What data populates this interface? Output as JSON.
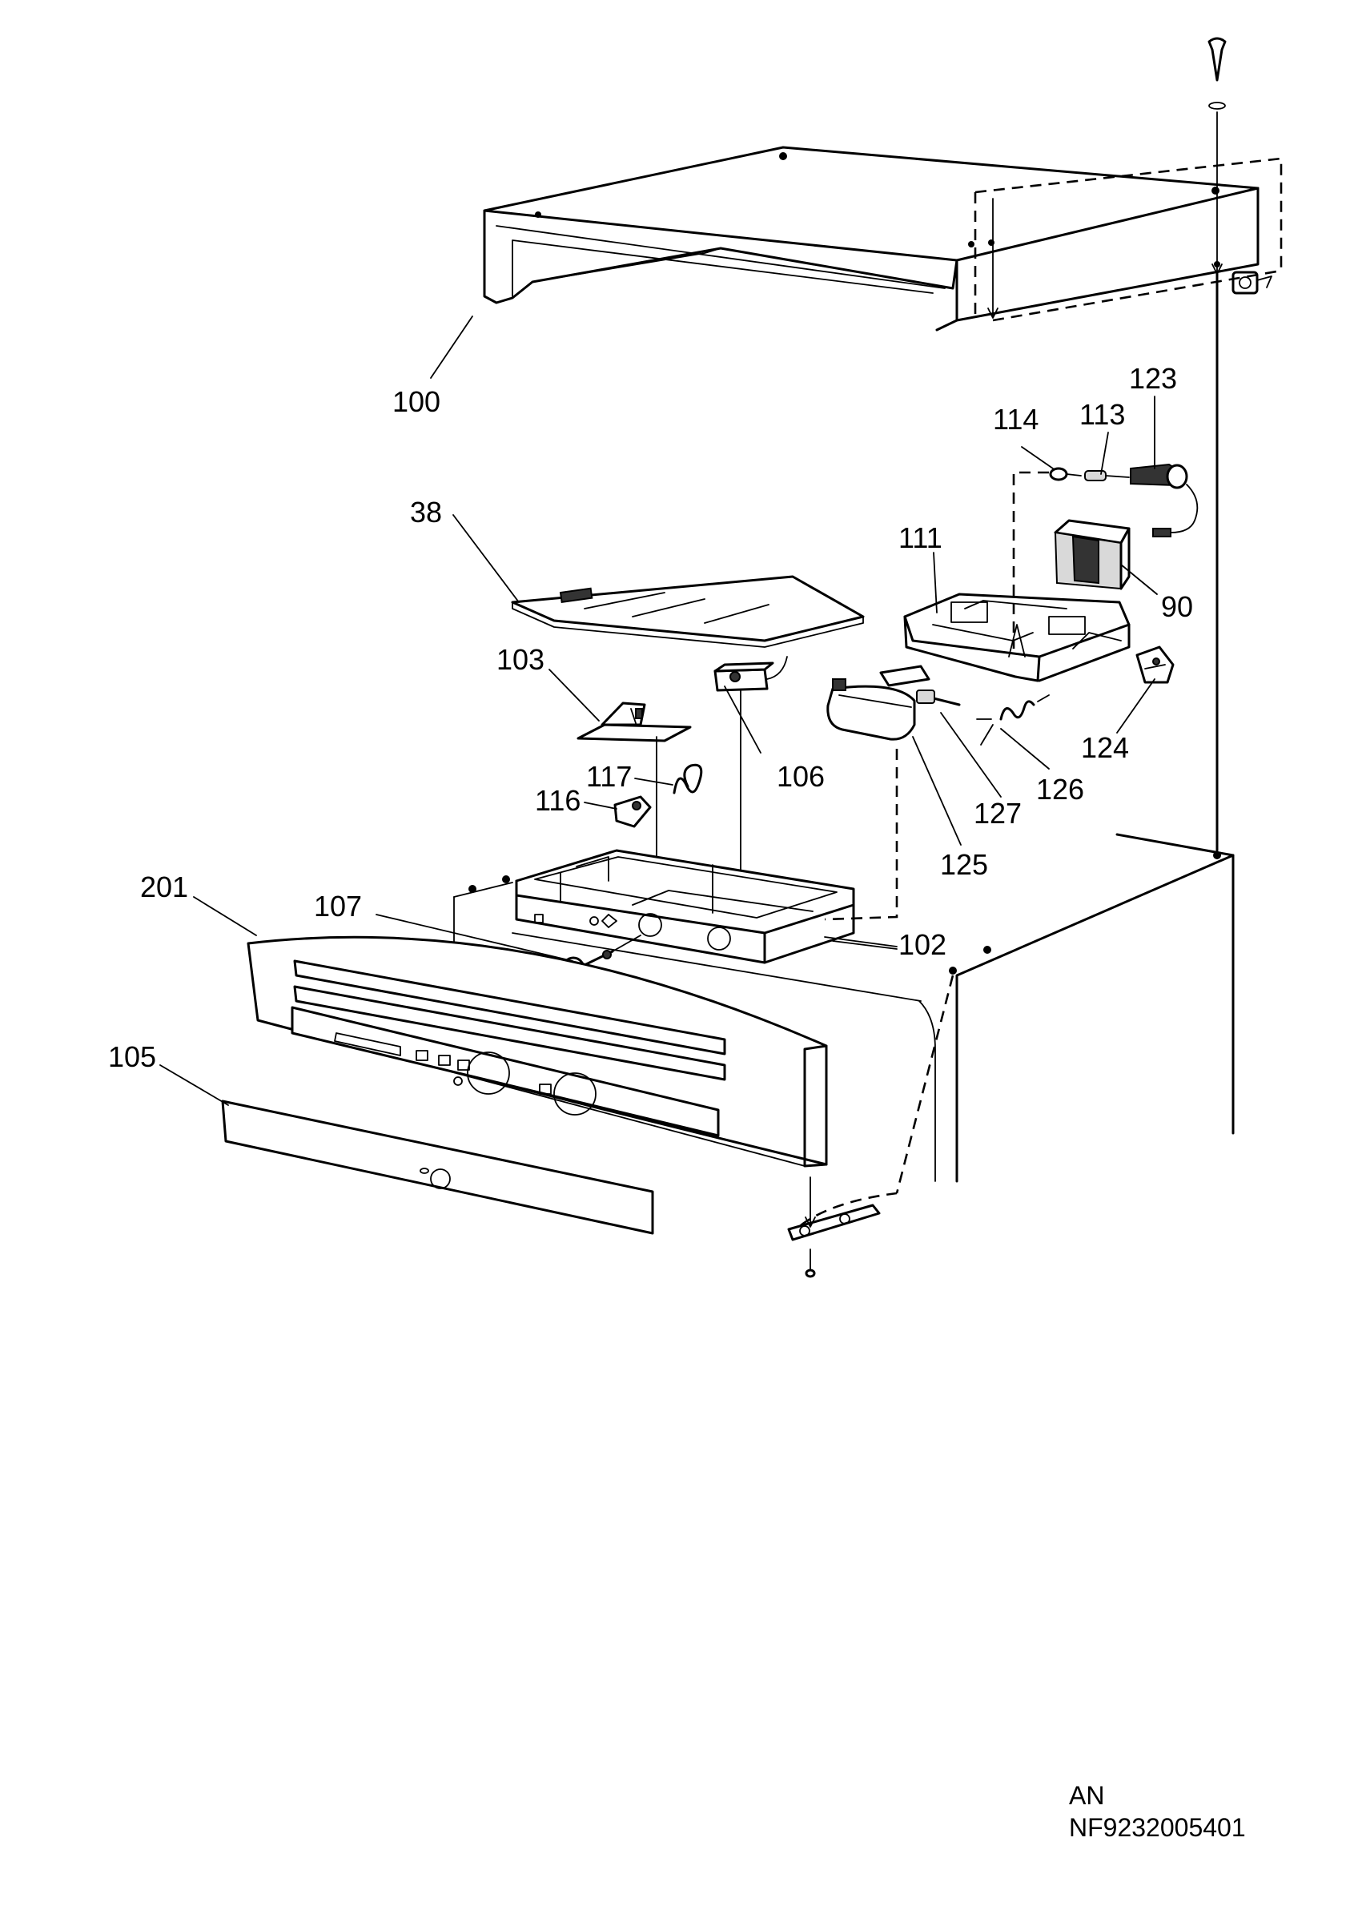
{
  "labels": {
    "p100": "100",
    "p38": "38",
    "p103": "103",
    "p106": "106",
    "p117": "117",
    "p116": "116",
    "p201": "201",
    "p107": "107",
    "p102": "102",
    "p105": "105",
    "p114": "114",
    "p113": "113",
    "p123": "123",
    "p111": "111",
    "p90": "90",
    "p124": "124",
    "p126": "126",
    "p127": "127",
    "p125": "125"
  },
  "footer": {
    "code_line1": "AN",
    "code_line2": "NF9232005401"
  }
}
